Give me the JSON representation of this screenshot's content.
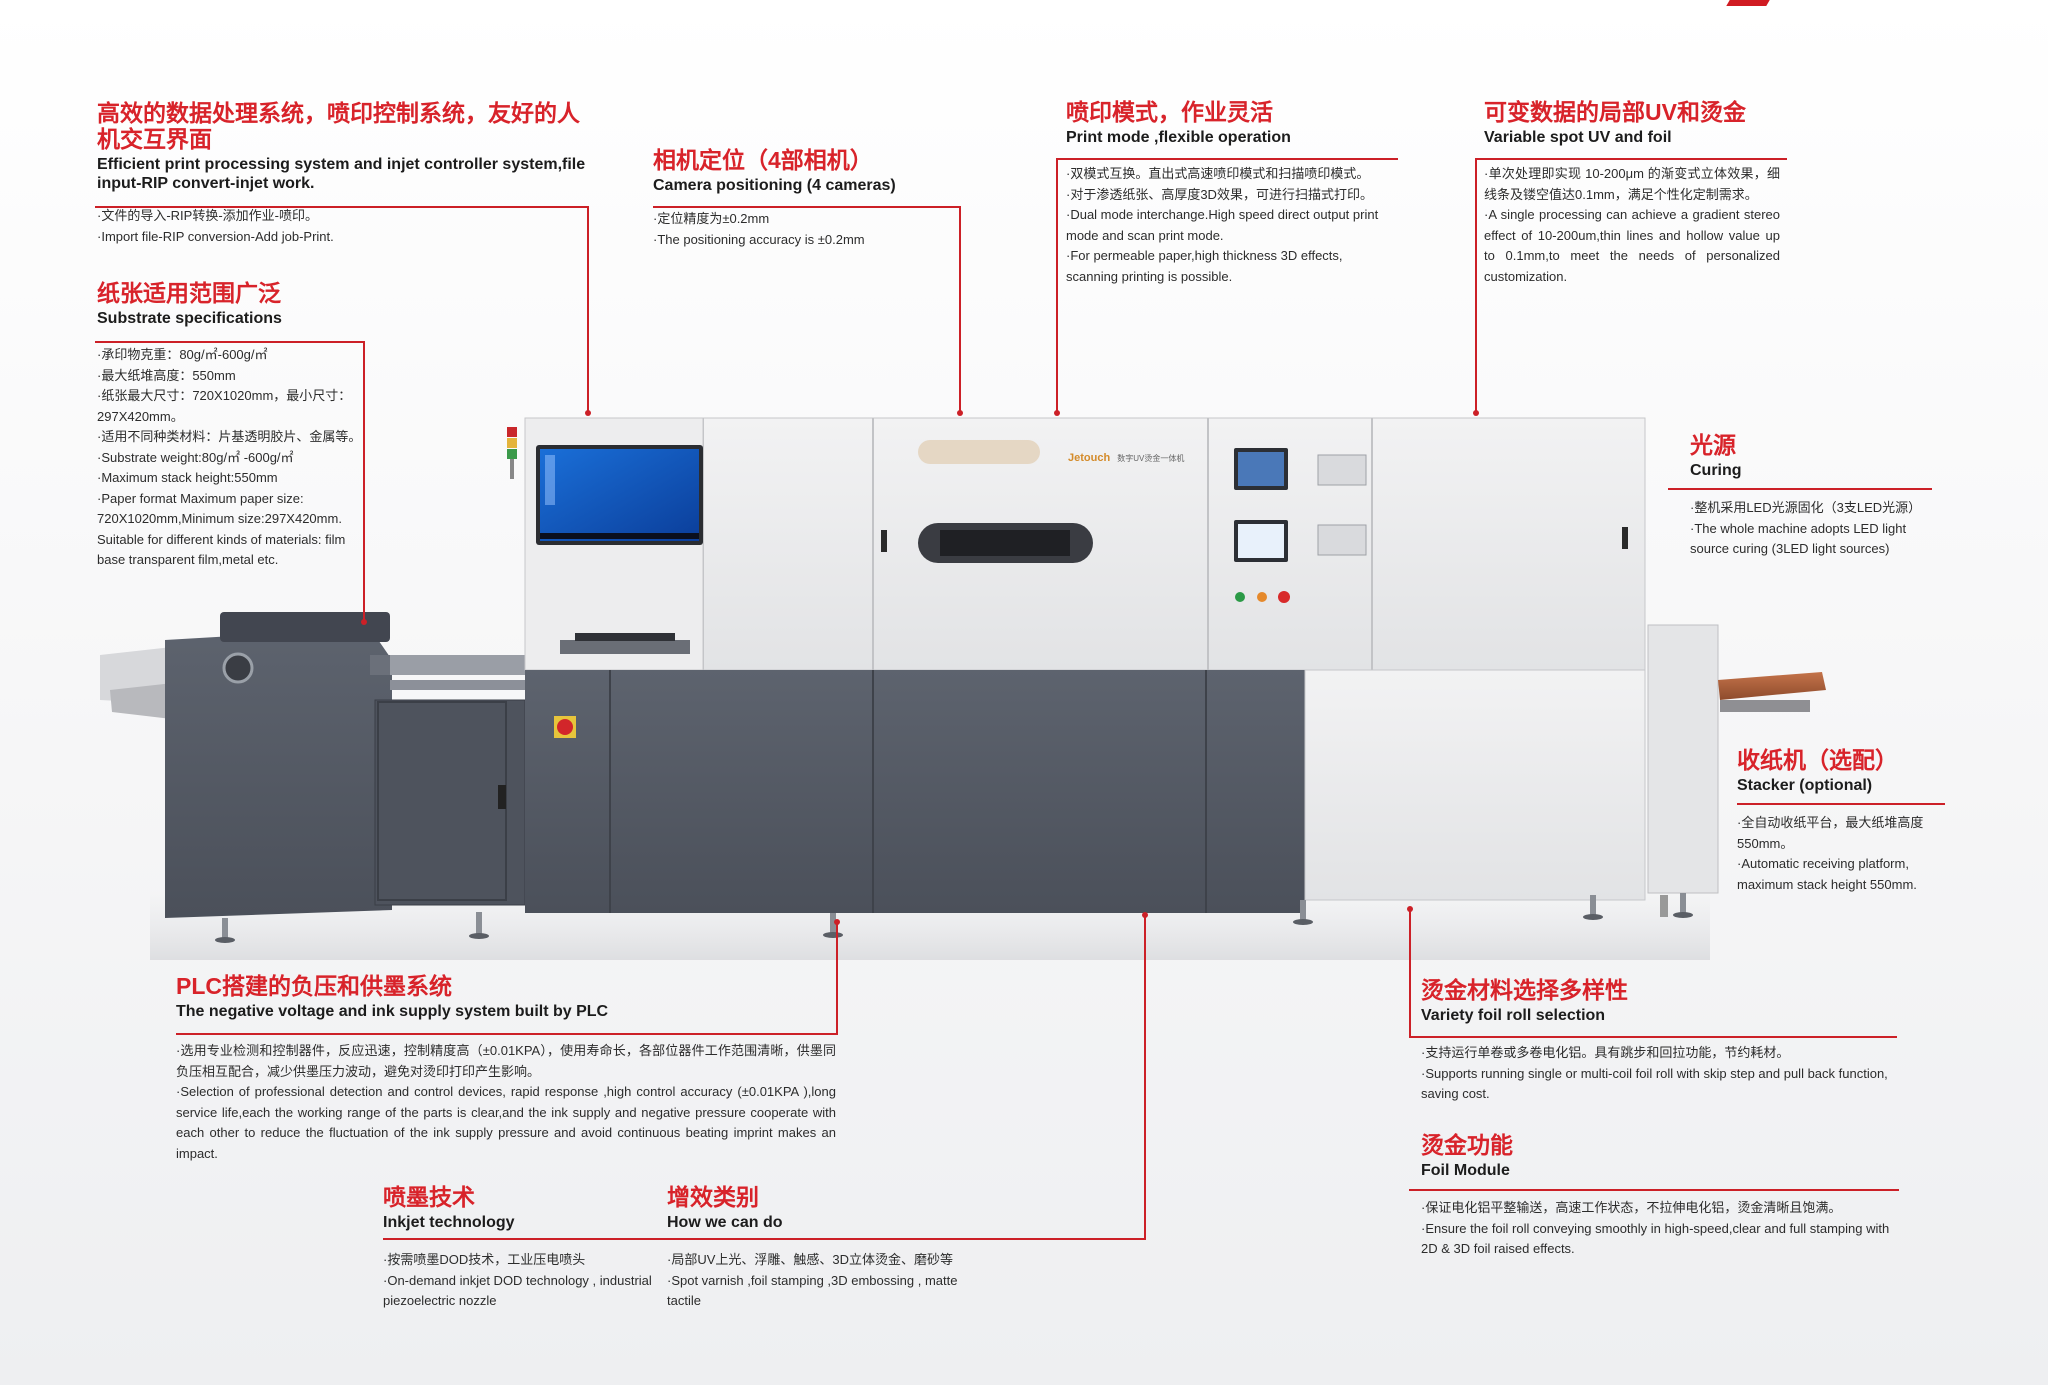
{
  "colors": {
    "accent": "#d8232a",
    "machine_dark": "#555b66",
    "machine_light": "#ececed"
  },
  "machine": {
    "brand": "Jetouch",
    "subtitle": "数字UV烫金一体机"
  },
  "sections": {
    "data_system": {
      "zh": "高效的数据处理系统，喷印控制系统，友好的人机交互界面",
      "en": "Efficient print processing system and injet controller system,file input-RIP convert-injet work.",
      "lines": [
        "·文件的导入-RIP转换-添加作业-喷印。",
        "·Import file-RIP conversion-Add job-Print."
      ]
    },
    "camera": {
      "zh": "相机定位（4部相机）",
      "en": "Camera positioning (4 cameras)",
      "lines": [
        "·定位精度为±0.2mm",
        "·The positioning accuracy is ±0.2mm"
      ]
    },
    "print_mode": {
      "zh": "喷印模式，作业灵活",
      "en": "Print mode ,flexible operation",
      "lines": [
        "·双模式互换。直出式高速喷印模式和扫描喷印模式。",
        "·对于渗透纸张、高厚度3D效果，可进行扫描式打印。",
        "·Dual mode interchange.High speed direct output print mode and scan print mode.",
        "·For permeable paper,high thickness 3D effects, scanning printing is possible."
      ]
    },
    "variable_uv": {
      "zh": "可变数据的局部UV和烫金",
      "en": "Variable spot UV and foil",
      "lines": [
        "·单次处理即实现 10-200μm 的渐变式立体效果，细线条及镂空值达0.1mm，满足个性化定制需求。",
        "·A single processing can achieve a gradient stereo effect of 10-200um,thin lines and hollow value up to 0.1mm,to meet the needs of personalized customization."
      ]
    },
    "substrate": {
      "zh": "纸张适用范围广泛",
      "en": "Substrate specifications",
      "lines": [
        "·承印物克重：80g/㎡-600g/㎡",
        "·最大纸堆高度：550mm",
        "·纸张最大尺寸：720X1020mm，最小尺寸：297X420mm。",
        "·适用不同种类材料：片基透明胶片、金属等。",
        "·Substrate weight:80g/㎡ -600g/㎡",
        "·Maximum stack height:550mm",
        "·Paper format Maximum paper size: 720X1020mm,Minimum size:297X420mm.",
        "Suitable for different kinds of materials: film base transparent film,metal etc."
      ]
    },
    "curing": {
      "zh": "光源",
      "en": "Curing",
      "lines": [
        "·整机采用LED光源固化（3支LED光源）",
        "·The whole machine adopts LED light source curing (3LED light sources)"
      ]
    },
    "stacker": {
      "zh": "收纸机（选配）",
      "en": "Stacker (optional)",
      "lines": [
        "·全自动收纸平台，最大纸堆高度550mm。",
        "·Automatic receiving platform, maximum stack height 550mm."
      ]
    },
    "plc": {
      "zh": "PLC搭建的负压和供墨系统",
      "en": "The negative voltage and ink supply system built by PLC",
      "lines": [
        "·选用专业检测和控制器件，反应迅速，控制精度高（±0.01KPA），使用寿命长，各部位器件工作范围清晰，供墨同负压相互配合，减少供墨压力波动，避免对烫印打印产生影响。",
        "·Selection of professional detection and control devices, rapid response ,high control accuracy (±0.01KPA ),long service life,each the working range of the parts is clear,and the ink supply and negative pressure cooperate with each other to reduce the fluctuation of the ink supply pressure and avoid continuous beating imprint makes an impact."
      ]
    },
    "foil_variety": {
      "zh": "烫金材料选择多样性",
      "en": "Variety foil roll selection",
      "lines": [
        "·支持运行单卷或多卷电化铝。具有跳步和回拉功能，节约耗材。",
        "·Supports running single or multi-coil foil roll with skip step and pull back function, saving cost."
      ]
    },
    "foil_module": {
      "zh": "烫金功能",
      "en": "Foil Module",
      "lines": [
        "·保证电化铝平整输送，高速工作状态，不拉伸电化铝，烫金清晰且饱满。",
        "·Ensure the foil roll conveying smoothly in high-speed,clear and full stamping with 2D & 3D foil raised effects."
      ]
    },
    "inkjet": {
      "zh": "喷墨技术",
      "en": "Inkjet technology",
      "lines": [
        "·按需喷墨DOD技术，工业压电喷头",
        "·On-demand inkjet DOD technology , industrial piezoelectric nozzle"
      ]
    },
    "effects": {
      "zh": "增效类别",
      "en": "How we can do",
      "lines": [
        "·局部UV上光、浮雕、触感、3D立体烫金、磨砂等",
        "·Spot varnish ,foil stamping ,3D embossing , matte tactile"
      ]
    }
  }
}
